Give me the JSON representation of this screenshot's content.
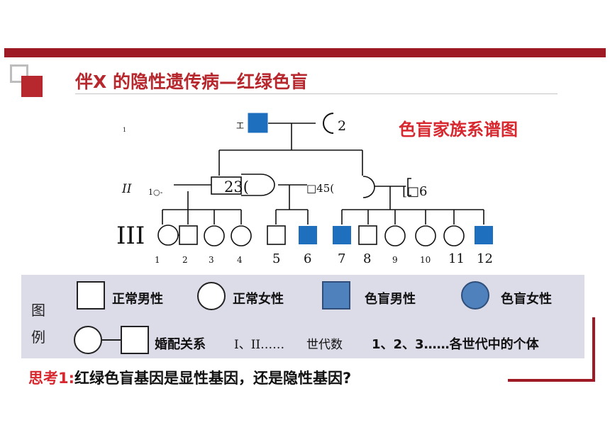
{
  "slide": {
    "title": "伴X 的隐性遗传病—红绿色盲",
    "subtitle": "色盲家族系谱图"
  },
  "pedigree": {
    "gen_labels": [
      "II",
      "III"
    ],
    "stray_marks": [
      "1",
      "工",
      "1○-"
    ],
    "gen1_right_label": "2",
    "gen2_labels": [
      "23(",
      "□45(",
      "[□6"
    ],
    "gen3_numbers": [
      "1",
      "2",
      "3",
      "4",
      "5",
      "6",
      "7",
      "8",
      "9",
      "10",
      "11",
      "12"
    ],
    "colors": {
      "affected": "#1f6fbf",
      "line": "#111111",
      "normal_fill": "#ffffff"
    }
  },
  "legend": {
    "side_label_top": "图",
    "side_label_bottom": "例",
    "normal_male": "正常男性",
    "normal_female": "正常女性",
    "affected_male": "色盲男性",
    "affected_female": "色盲女性",
    "marriage": "婚配关系",
    "generation_prefix": "I、II……",
    "generation_text": "世代数",
    "individual_text": "1、2、3……各世代中的个体",
    "legend_affected_color": "#4f81bd"
  },
  "question": {
    "label": "思考1:",
    "text": "红绿色盲基因是显性基因，还是隐性基因?"
  }
}
